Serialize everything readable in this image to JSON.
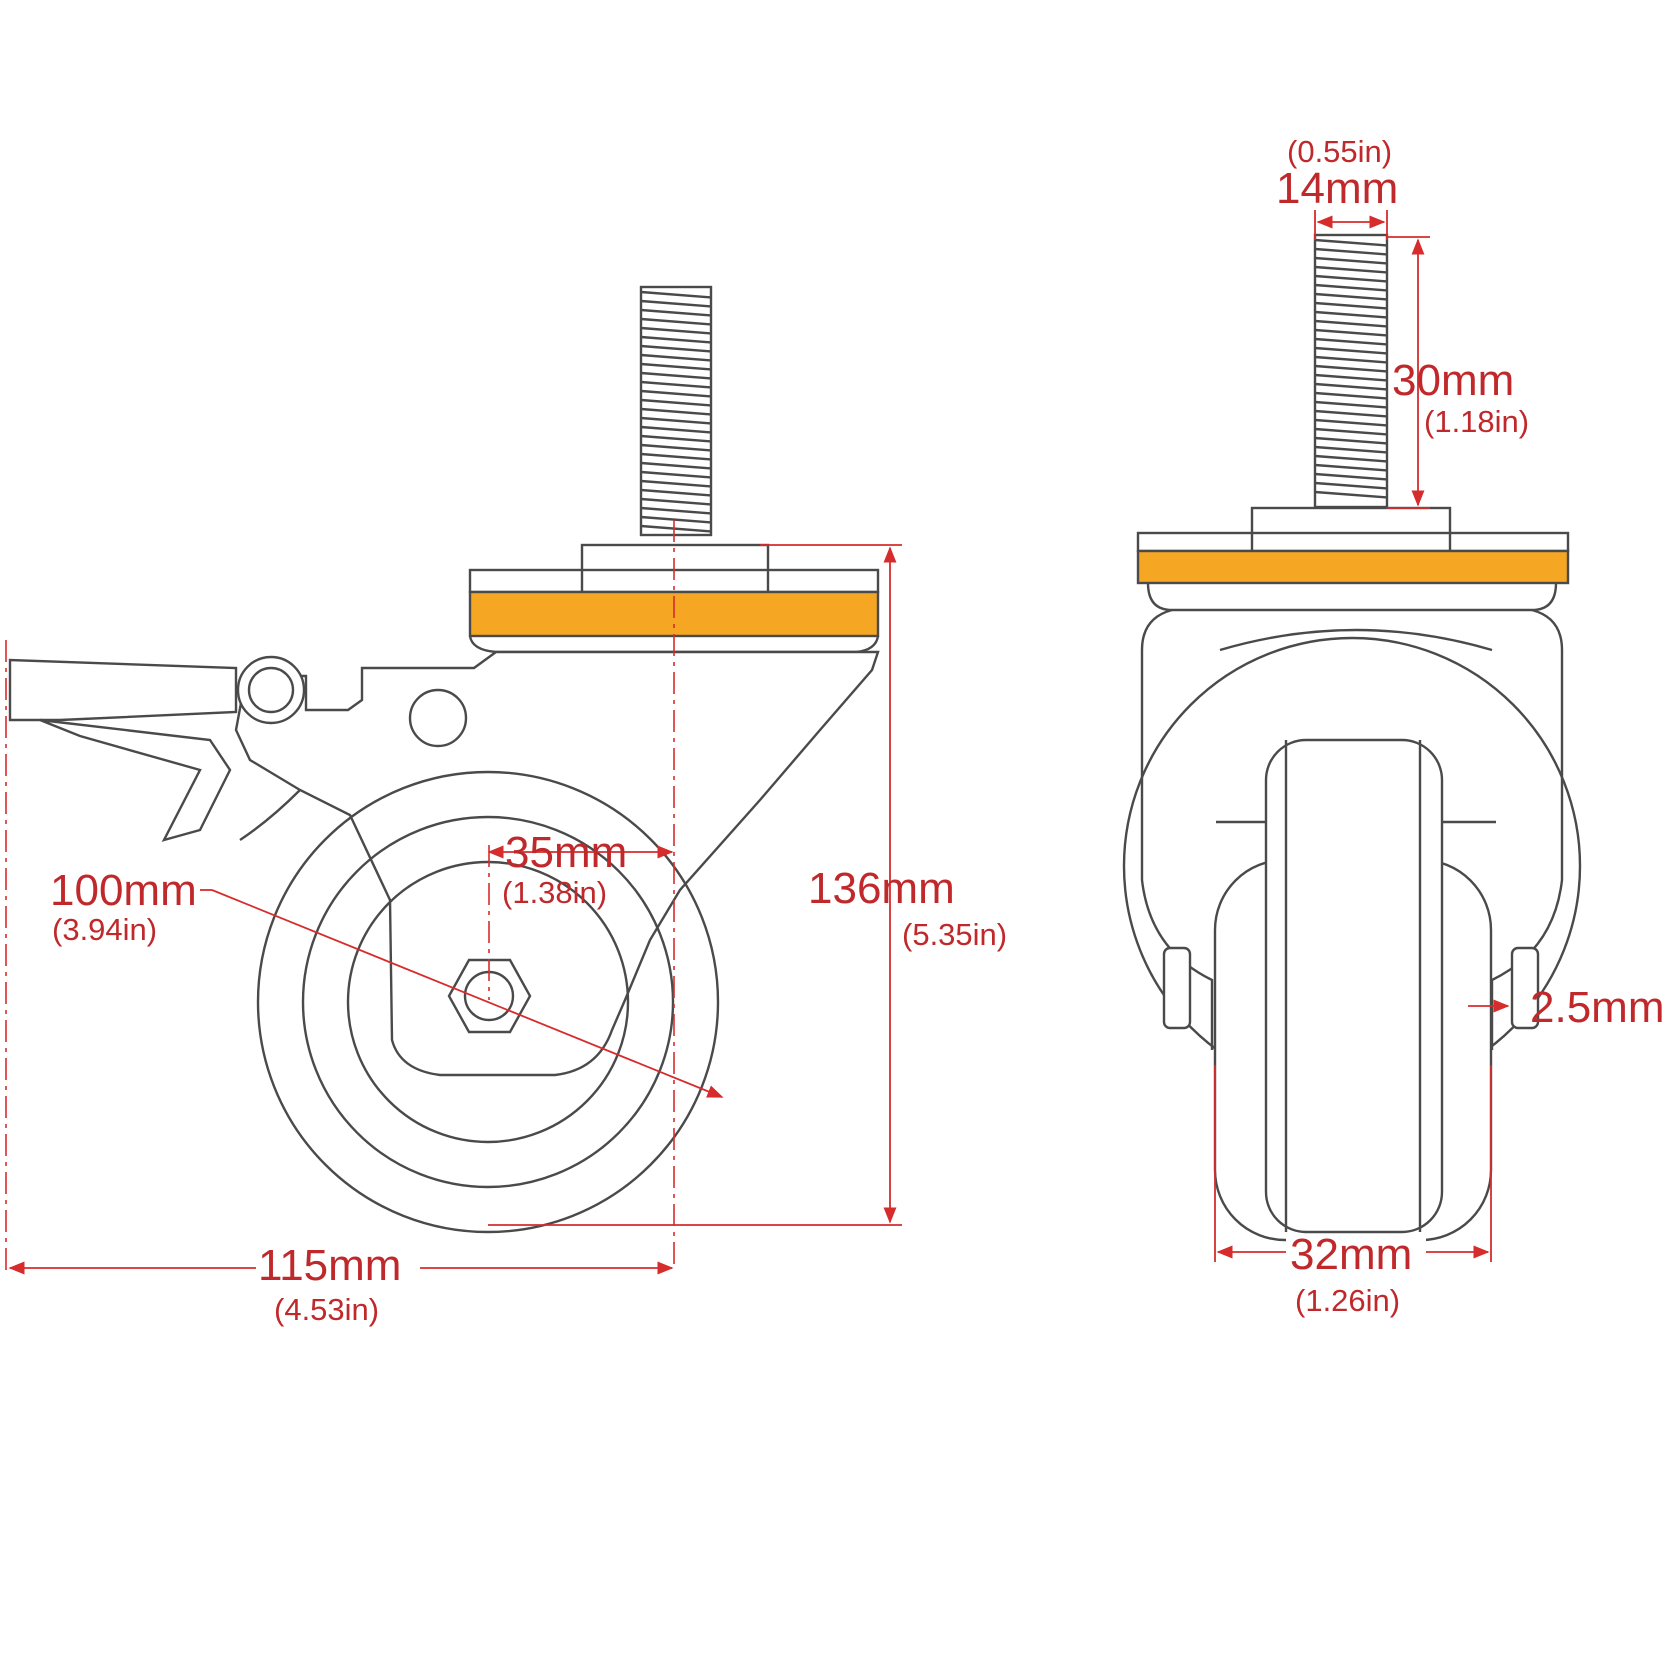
{
  "colors": {
    "outline": "#4a4a4a",
    "dimension": "#d62c2c",
    "label": "#c0292b",
    "plate_band": "#f5a623"
  },
  "side_view": {
    "wheel_diameter": {
      "mm": "100mm",
      "inch": "(3.94in)"
    },
    "offset": {
      "mm": "35mm",
      "inch": "(1.38in)"
    },
    "total_height": {
      "mm": "136mm",
      "inch": "(5.35in)"
    },
    "total_length": {
      "mm": "115mm",
      "inch": "(4.53in)"
    }
  },
  "front_view": {
    "stem_diameter": {
      "mm": "14mm",
      "inch": "(0.55in)"
    },
    "stem_length": {
      "mm": "30mm",
      "inch": "(1.18in)"
    },
    "bracket_thickness": {
      "mm": "2.5mm"
    },
    "wheel_width": {
      "mm": "32mm",
      "inch": "(1.26in)"
    }
  }
}
